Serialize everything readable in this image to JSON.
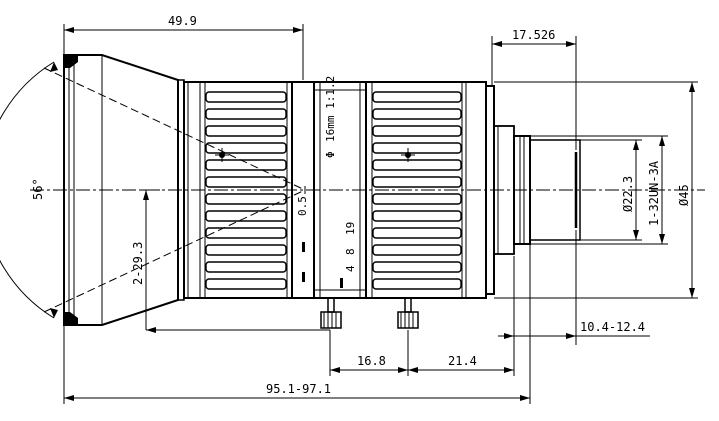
{
  "drawing": {
    "dimensions": {
      "front_length": "49.9",
      "flange_offset": "17.526",
      "field_angle": "56°",
      "diameter_thread": "Ø22.3",
      "thread_spec": "1-32UN-3A",
      "outer_diameter": "Ø45",
      "hood_height": "2-29.3",
      "focus_to_ring": "16.8",
      "ring_spacing": "21.4",
      "back_focus": "10.4-12.4",
      "total_length": "95.1-97.1"
    },
    "lens_markings": {
      "model": "16mm 1:1.2",
      "focus_scale_1": "0.5",
      "aperture_19": "19",
      "aperture_8": "8",
      "aperture_4": "4"
    }
  }
}
